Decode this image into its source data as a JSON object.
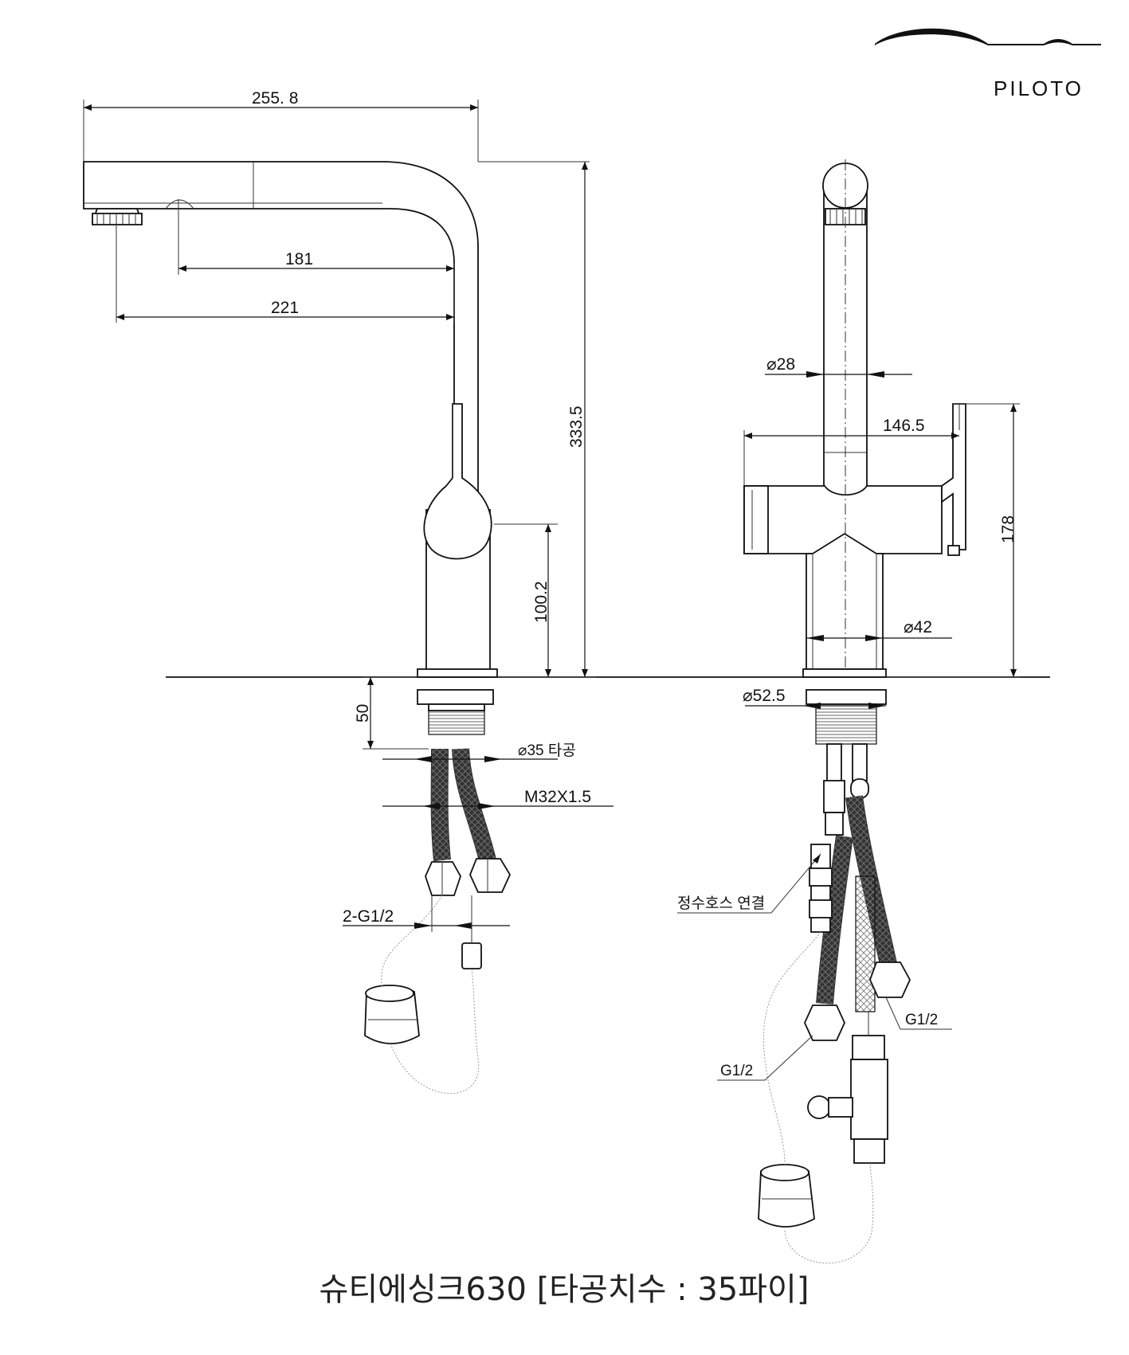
{
  "brand": {
    "name": "PILOTO"
  },
  "caption": "슈티에싱크630 [타공치수 : 35파이]",
  "side_view": {
    "dimensions": {
      "total_length": "255. 8",
      "spout_reach_1": "181",
      "spout_reach_2": "221",
      "total_height": "333.5",
      "lever_height": "100.2",
      "thread_length": "50",
      "hole_diameter": "⌀35 타공",
      "thread_spec": "M32X1.5",
      "inlet_spec": "2-G1/2"
    }
  },
  "front_view": {
    "dimensions": {
      "spout_diameter": "⌀28",
      "body_width": "146.5",
      "body_height": "178",
      "base_diameter": "⌀42",
      "flange_diameter": "⌀52.5"
    },
    "labels": {
      "purified_hose": "정수호스 연결",
      "inlet_right": "G1/2",
      "inlet_left": "G1/2"
    }
  }
}
